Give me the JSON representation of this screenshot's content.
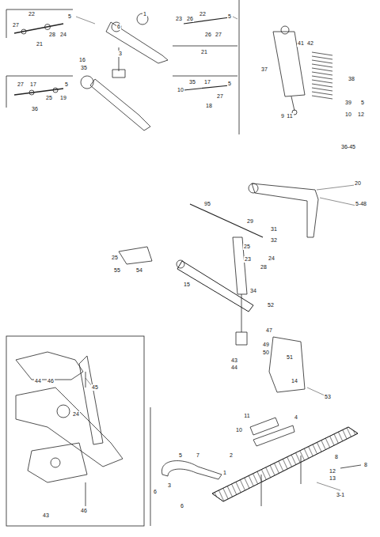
{
  "diagram": {
    "labels": [
      "22",
      "27",
      "5",
      "28",
      "24",
      "21",
      "6",
      "1",
      "3",
      "16",
      "35",
      "23",
      "26",
      "22",
      "5",
      "26",
      "27",
      "21",
      "27",
      "17",
      "5",
      "25",
      "19",
      "36",
      "35",
      "17",
      "5",
      "10",
      "27",
      "18",
      "41",
      "42",
      "37",
      "38",
      "39",
      "5",
      "10",
      "12",
      "9",
      "11",
      "36-45",
      "20",
      "5-48",
      "95",
      "29",
      "31",
      "25",
      "32",
      "23",
      "24",
      "28",
      "15",
      "34",
      "52",
      "47",
      "49",
      "50",
      "51",
      "43",
      "44",
      "25",
      "55",
      "54",
      "53",
      "14",
      "44",
      "46",
      "45",
      "24",
      "46",
      "43",
      "11",
      "4",
      "10",
      "2",
      "5",
      "7",
      "1",
      "3",
      "6",
      "6",
      "8",
      "12",
      "13",
      "8",
      "3-1"
    ]
  }
}
